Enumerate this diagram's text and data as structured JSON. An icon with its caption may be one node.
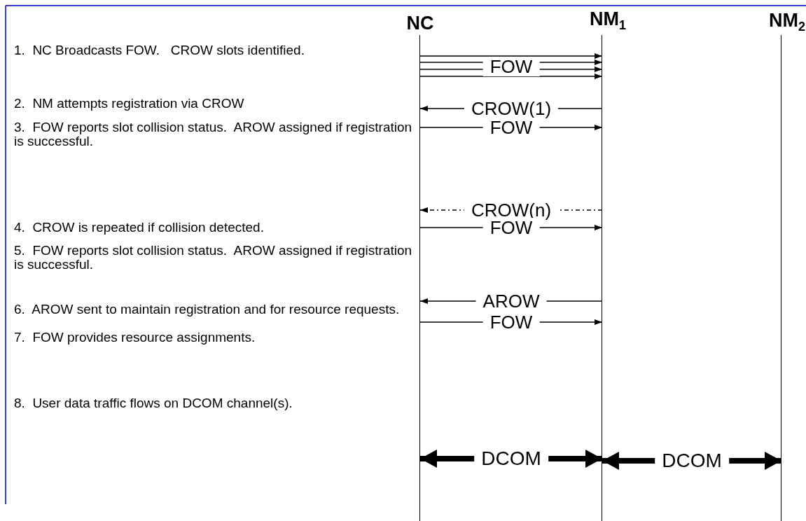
{
  "diagram": {
    "nodes": [
      {
        "text": [
          "NC"
        ]
      },
      {
        "text": [
          "NM$_{1}$"
        ]
      },
      {
        "text": [
          "NM$_{2}$"
        ]
      }
    ],
    "edges": [
      {
        "from": 0,
        "to": 1,
        "arrow": "to",
        "label": "FOW"
      },
      {
        "from": 0,
        "to": 1,
        "arrow": "to"
      },
      {
        "from": 0,
        "to": 1,
        "arrow": "to"
      },
      {
        "from": 0,
        "to": 1,
        "arrow": "to"
      },
      {
        "from": 1,
        "to": 0,
        "arrow": "to",
        "label": "CROW(1)"
      },
      {
        "from": 0,
        "to": 1,
        "arrow": "to",
        "label": "FOW"
      },
      {
        "from": 1,
        "to": 0,
        "arrow": "to",
        "label": "CROW(n)",
        "style": "dashed"
      },
      {
        "from": 0,
        "to": 1,
        "arrow": "to",
        "label": "FOW"
      },
      {
        "from": 1,
        "to": 0,
        "arrow": "to",
        "label": "AROW"
      },
      {
        "from": 0,
        "to": 1,
        "arrow": "to",
        "label": "FOW"
      },
      {
        "from": 0,
        "to": 1,
        "arrow": "both",
        "label": "DCOM",
        "style": "thick"
      },
      {
        "from": 1,
        "to": 2,
        "arrow": "both",
        "label": "DCOM",
        "style": "thick"
      }
    ],
    "labels": [
      "1.  NC Broadcasts FOW.   CROW slots identified.",
      "2.  NM attempts registration via CROW",
      "3.  FOW reports slot collision status.  AROW assigned if registration is successful.",
      "4.  CROW is repeated if collision detected.",
      "5.  FOW reports slot collision status.  AROW assigned if registration is successful.",
      "6.  AROW sent to maintain registration and for resource requests.",
      "7.  FOW provides resource assignments.",
      "8.  User data traffic flows on DCOM channel(s)."
    ]
  }
}
